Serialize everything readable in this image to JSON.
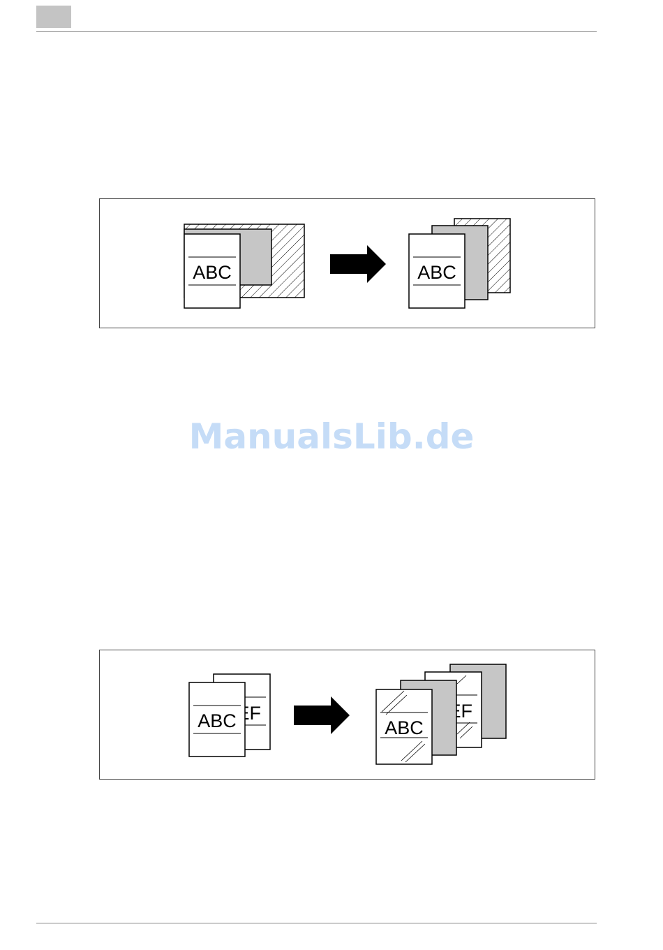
{
  "watermark": "ManualsLib.de",
  "figure1": {
    "original_text": "ABC",
    "result_text": "ABC"
  },
  "figure2": {
    "original_front_text": "ABC",
    "original_back_text": "DEF",
    "result_front_text": "ABC",
    "result_back_text": "DEF"
  },
  "icons": {
    "arrow": "right-arrow-icon"
  }
}
